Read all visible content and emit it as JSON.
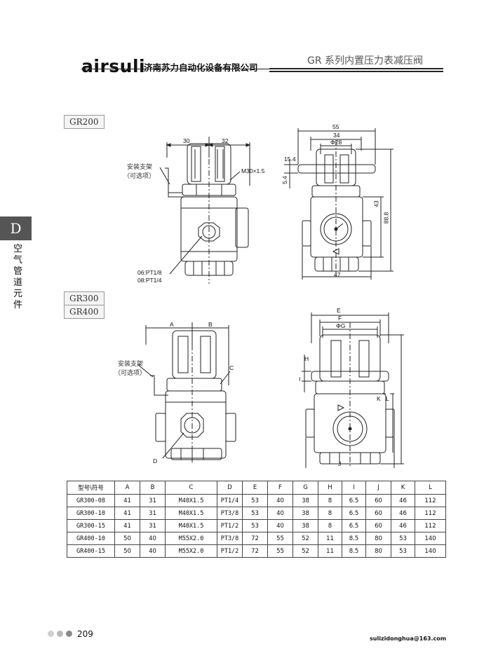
{
  "header": {
    "brand": "airsuli",
    "company": "济南苏力自动化设备有限公司",
    "series_title": "GR 系列内置压力表减压阀"
  },
  "sidebar": {
    "letter": "D",
    "category": "空气管道元件"
  },
  "sections": {
    "gr200_label": "GR200",
    "gr300_label": "GR300",
    "gr400_label": "GR400"
  },
  "drawing_top": {
    "bracket_label": "安装支架",
    "bracket_optional": "（可选项）",
    "dim_30": "30",
    "dim_32": "32",
    "thread": "M30×1.5",
    "port_1": "06:PT1/8",
    "port_2": "08:PT1/4",
    "dim_55": "55",
    "dim_34": "34",
    "dim_phi28": "Φ28",
    "dim_15_4": "15.4",
    "dim_5_4": "5.4",
    "dim_43": "43",
    "dim_88_8": "88.8",
    "dim_47": "47"
  },
  "drawing_bottom": {
    "bracket_label": "安装支架",
    "bracket_optional": "（可选项）",
    "A": "A",
    "B": "B",
    "C": "C",
    "D": "D",
    "E": "E",
    "F": "F",
    "phiG": "ΦG",
    "H": "H",
    "I": "I",
    "J": "J",
    "K": "K",
    "L": "L"
  },
  "table": {
    "headers": [
      "型号\\符号",
      "A",
      "B",
      "C",
      "D",
      "E",
      "F",
      "G",
      "H",
      "I",
      "J",
      "K",
      "L"
    ],
    "rows": [
      [
        "GR300-08",
        "41",
        "31",
        "M40X1.5",
        "PT1/4",
        "53",
        "40",
        "38",
        "8",
        "6.5",
        "60",
        "46",
        "112"
      ],
      [
        "GR300-10",
        "41",
        "31",
        "M40X1.5",
        "PT3/8",
        "53",
        "40",
        "38",
        "8",
        "6.5",
        "60",
        "46",
        "112"
      ],
      [
        "GR300-15",
        "41",
        "31",
        "M40X1.5",
        "PT1/2",
        "53",
        "40",
        "38",
        "8",
        "6.5",
        "60",
        "46",
        "112"
      ],
      [
        "GR400-10",
        "50",
        "40",
        "M55X2.0",
        "PT3/8",
        "72",
        "55",
        "52",
        "11",
        "8.5",
        "80",
        "53",
        "140"
      ],
      [
        "GR400-15",
        "50",
        "40",
        "M55X2.0",
        "PT1/2",
        "72",
        "55",
        "52",
        "11",
        "8.5",
        "80",
        "53",
        "140"
      ]
    ]
  },
  "footer": {
    "page_number": "209",
    "email": "sulizidonghua@163.com"
  },
  "colors": {
    "sidebar_bg": "#555555",
    "dot_1": "#d0d0d0",
    "dot_2": "#b8b8b8",
    "dot_3": "#8a8a8a"
  }
}
